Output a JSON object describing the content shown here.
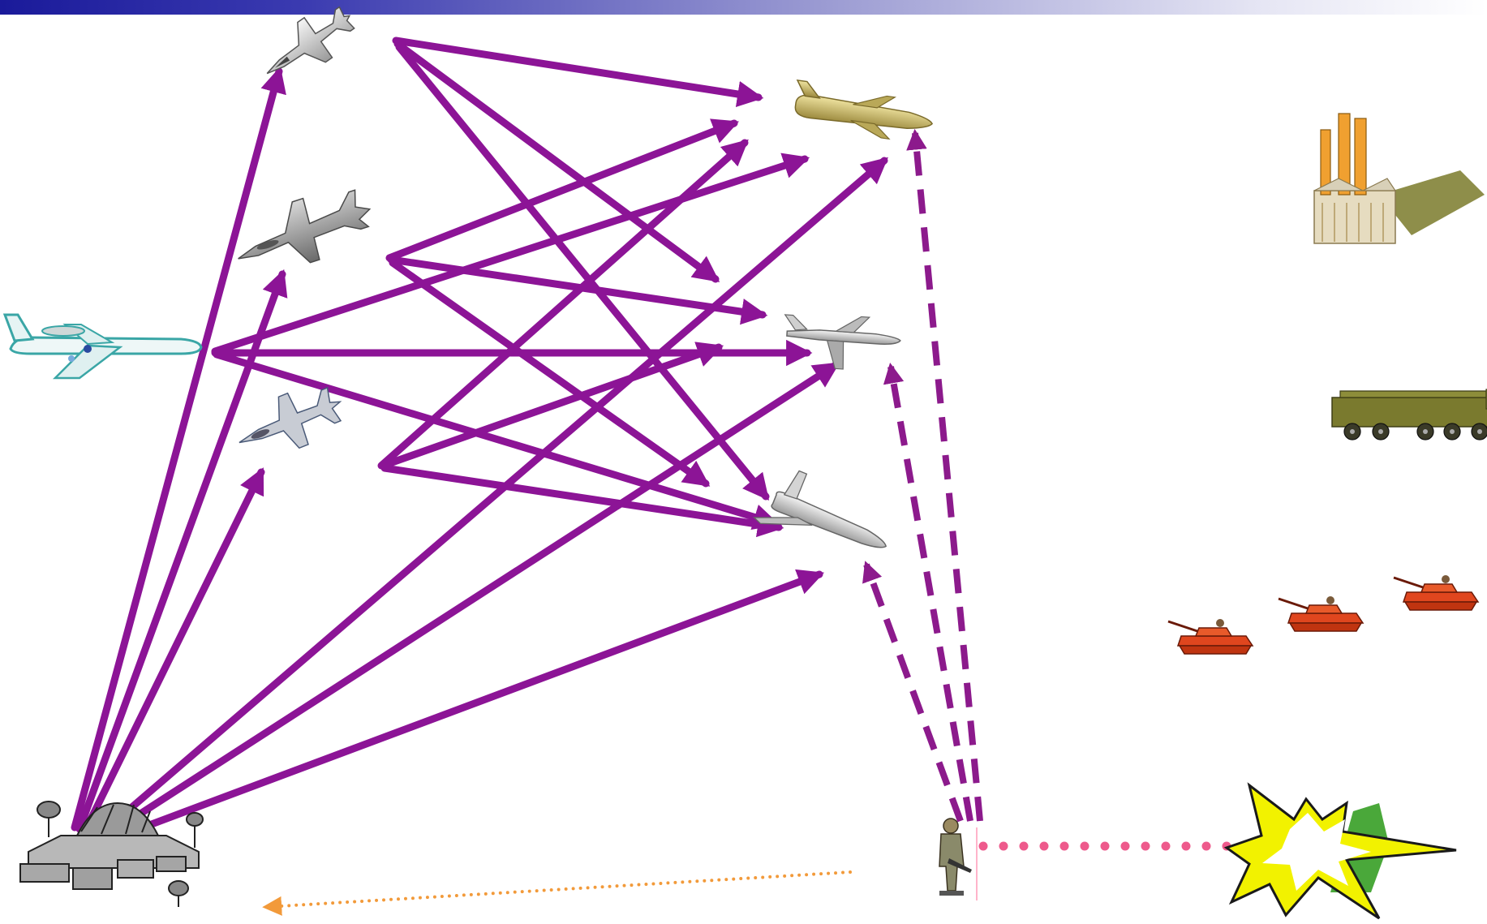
{
  "title": "",
  "colors": {
    "data_link": "#8c1496",
    "data_link_dark": "#7a0f86",
    "sensor_link": "#8c1a8c",
    "laser": "#ee5a8c",
    "return_path": "#f29a3a",
    "title_bar_start": "#1a1a9a",
    "title_bar_end": "#ffffff"
  },
  "nodes": [
    {
      "id": "ground-command-center",
      "icon": "ground-station-icon"
    },
    {
      "id": "f15-fighter",
      "icon": "f15-jet-icon"
    },
    {
      "id": "f22-fighter",
      "icon": "f22-jet-icon"
    },
    {
      "id": "awacs-aircraft",
      "icon": "awacs-plane-icon"
    },
    {
      "id": "f18-fighter",
      "icon": "f18-jet-icon"
    },
    {
      "id": "cruise-missile",
      "icon": "missile-icon"
    },
    {
      "id": "uav-jet",
      "icon": "uav-jet-icon"
    },
    {
      "id": "guided-glide-bomb",
      "icon": "glide-weapon-icon"
    },
    {
      "id": "ground-soldier",
      "icon": "soldier-icon"
    },
    {
      "id": "industrial-target",
      "icon": "factory-icon"
    },
    {
      "id": "missile-launcher-truck",
      "icon": "launcher-truck-icon"
    },
    {
      "id": "tank-group",
      "icon": "tank-icon"
    },
    {
      "id": "strike-explosion",
      "icon": "explosion-icon"
    }
  ],
  "links": [
    {
      "from": "ground-command-center",
      "to": "f15-fighter",
      "style": "solid"
    },
    {
      "from": "ground-command-center",
      "to": "f22-fighter",
      "style": "solid"
    },
    {
      "from": "ground-command-center",
      "to": "f18-fighter",
      "style": "solid"
    },
    {
      "from": "ground-command-center",
      "to": "cruise-missile",
      "style": "solid"
    },
    {
      "from": "ground-command-center",
      "to": "uav-jet",
      "style": "solid"
    },
    {
      "from": "ground-command-center",
      "to": "guided-glide-bomb",
      "style": "solid"
    },
    {
      "from": "f15-fighter",
      "to": "cruise-missile",
      "style": "solid"
    },
    {
      "from": "f15-fighter",
      "to": "uav-jet",
      "style": "solid"
    },
    {
      "from": "f15-fighter",
      "to": "guided-glide-bomb",
      "style": "solid"
    },
    {
      "from": "f22-fighter",
      "to": "cruise-missile",
      "style": "solid"
    },
    {
      "from": "f22-fighter",
      "to": "uav-jet",
      "style": "solid"
    },
    {
      "from": "f22-fighter",
      "to": "guided-glide-bomb",
      "style": "solid"
    },
    {
      "from": "awacs-aircraft",
      "to": "cruise-missile",
      "style": "solid"
    },
    {
      "from": "awacs-aircraft",
      "to": "uav-jet",
      "style": "solid"
    },
    {
      "from": "awacs-aircraft",
      "to": "guided-glide-bomb",
      "style": "solid"
    },
    {
      "from": "f18-fighter",
      "to": "cruise-missile",
      "style": "solid"
    },
    {
      "from": "f18-fighter",
      "to": "uav-jet",
      "style": "solid"
    },
    {
      "from": "f18-fighter",
      "to": "guided-glide-bomb",
      "style": "solid"
    },
    {
      "from": "ground-soldier",
      "to": "cruise-missile",
      "style": "dashed"
    },
    {
      "from": "ground-soldier",
      "to": "uav-jet",
      "style": "dashed"
    },
    {
      "from": "ground-soldier",
      "to": "guided-glide-bomb",
      "style": "dashed"
    },
    {
      "from": "ground-soldier",
      "to": "strike-explosion",
      "style": "laser-dotted"
    },
    {
      "from": "ground-soldier",
      "to": "ground-command-center",
      "style": "return-dotted"
    }
  ]
}
